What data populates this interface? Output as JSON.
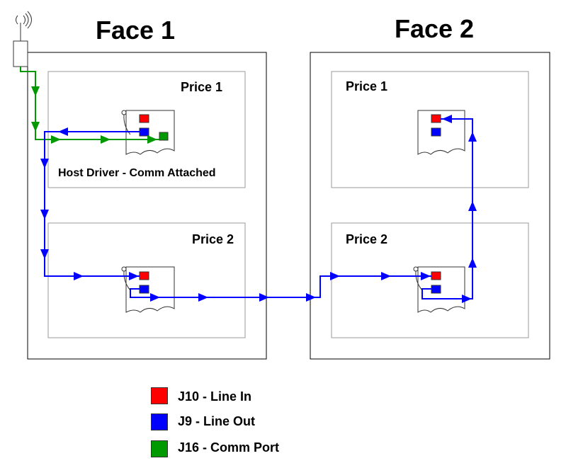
{
  "faces": [
    {
      "title": "Face 1",
      "prices": [
        {
          "label": "Price 1",
          "note": "Host Driver - Comm Attached"
        },
        {
          "label": "Price 2"
        }
      ]
    },
    {
      "title": "Face 2",
      "prices": [
        {
          "label": "Price 1"
        },
        {
          "label": "Price 2"
        }
      ]
    }
  ],
  "legend": [
    {
      "label": "J10 - Line In",
      "color": "#ff0000"
    },
    {
      "label": "J9 - Line Out",
      "color": "#0000ff"
    },
    {
      "label": "J16 - Comm Port",
      "color": "#009900"
    }
  ],
  "icons": {
    "antenna": "antenna-icon"
  }
}
